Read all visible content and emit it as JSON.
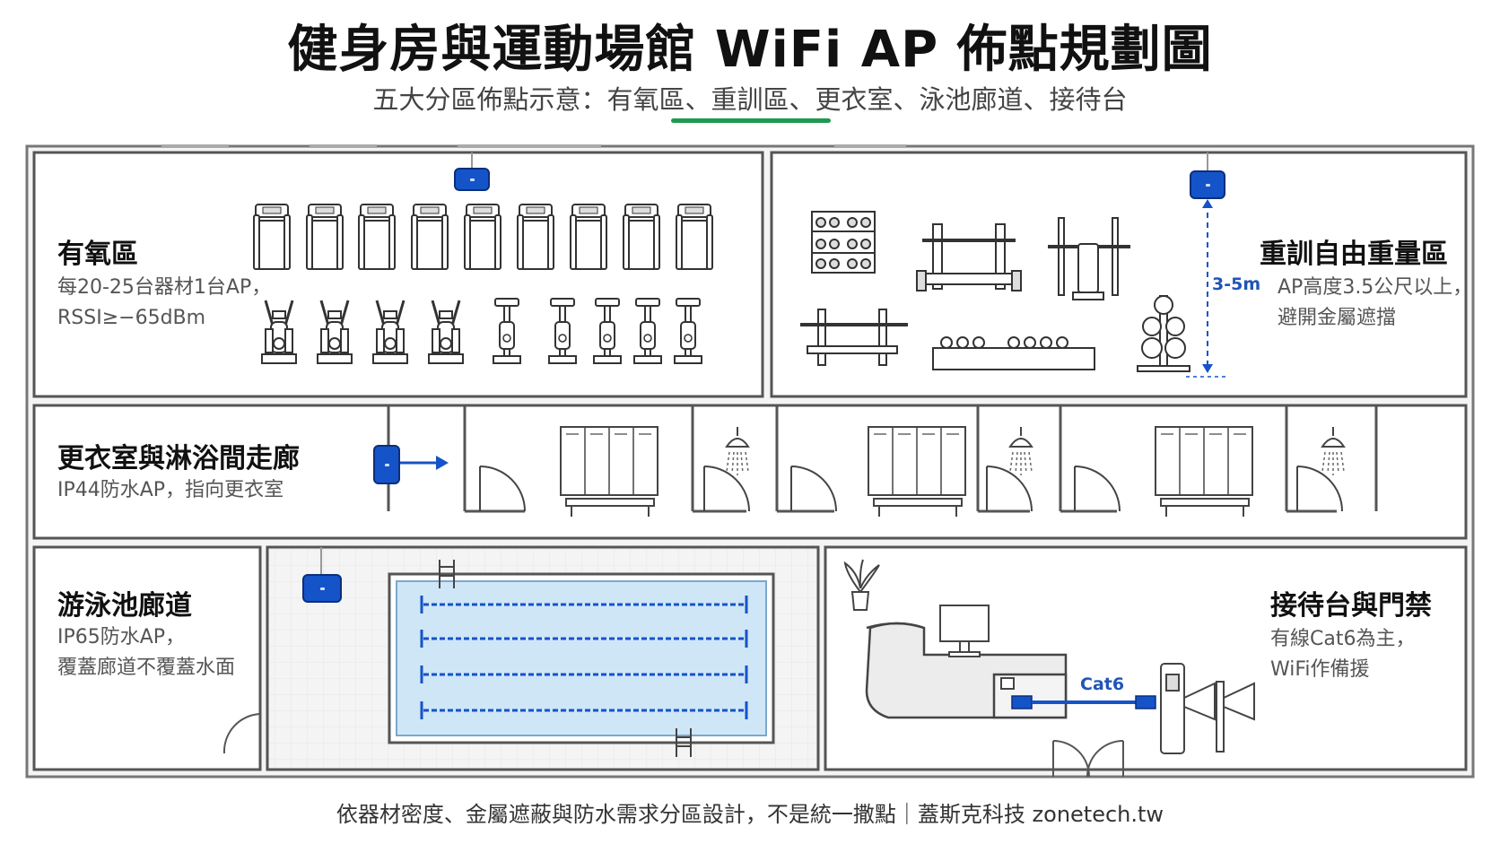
{
  "title": "健身房與運動場館 WiFi AP 佈點規劃圖",
  "subtitle": "五大分區佈點示意：有氧區、重訓區、更衣室、泳池廊道、接待台",
  "footer": "依器材密度、金屬遮蔽與防水需求分區設計，不是統一撒點｜蓋斯克科技 zonetech.tw",
  "colors": {
    "ap_blue": "#1553c9",
    "accent_green": "#1e9a50",
    "pool_water": "#cfe6f7",
    "label_blue": "#1f55b8"
  },
  "zones": {
    "cardio": {
      "title": "有氧區",
      "desc": "每20-25台器材1台AP，\nRSSI≥−65dBm",
      "icons": [
        "ceiling-ap-icon",
        "treadmill-icon",
        "elliptical-icon",
        "exercise-bike-icon"
      ]
    },
    "weights": {
      "title": "重訓自由重量區",
      "desc": "AP高度3.5公尺以上，\n避開金屬遮擋",
      "height_label": "3-5m",
      "icons": [
        "ceiling-ap-icon",
        "dumbbell-rack-icon",
        "squat-rack-icon",
        "bench-press-icon",
        "weight-plate-tree-icon"
      ]
    },
    "locker": {
      "title": "更衣室與淋浴間走廊",
      "desc": "IP44防水AP，指向更衣室",
      "icons": [
        "wall-ap-icon",
        "locker-icon",
        "shower-icon",
        "door-icon"
      ]
    },
    "pool": {
      "title": "游泳池廊道",
      "desc": "IP65防水AP，\n覆蓋廊道不覆蓋水面",
      "icons": [
        "ceiling-ap-icon",
        "pool-icon",
        "ladder-icon",
        "lane-rope-icon"
      ]
    },
    "reception": {
      "title": "接待台與門禁",
      "desc": "有線Cat6為主，\nWiFi作備援",
      "cable_label": "Cat6",
      "icons": [
        "plant-icon",
        "reception-desk-icon",
        "monitor-icon",
        "turnstile-icon",
        "cat6-cable-icon"
      ]
    }
  }
}
